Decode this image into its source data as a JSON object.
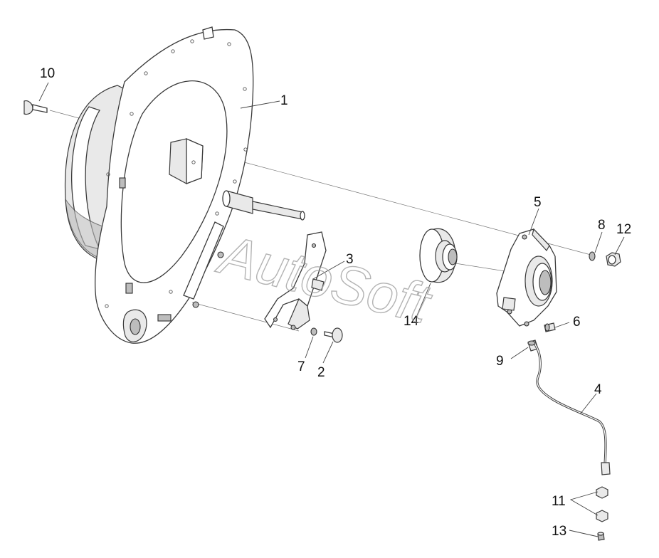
{
  "callouts": [
    {
      "id": "c1",
      "text": "1"
    },
    {
      "id": "c2",
      "text": "2"
    },
    {
      "id": "c3",
      "text": "3"
    },
    {
      "id": "c4",
      "text": "4"
    },
    {
      "id": "c5",
      "text": "5"
    },
    {
      "id": "c6",
      "text": "6"
    },
    {
      "id": "c7",
      "text": "7"
    },
    {
      "id": "c8",
      "text": "8"
    },
    {
      "id": "c9",
      "text": "9"
    },
    {
      "id": "c10",
      "text": "10"
    },
    {
      "id": "c11",
      "text": "11"
    },
    {
      "id": "c12",
      "text": "12"
    },
    {
      "id": "c13",
      "text": "13"
    },
    {
      "id": "c14",
      "text": "14"
    }
  ],
  "watermark": "AutoSoft"
}
